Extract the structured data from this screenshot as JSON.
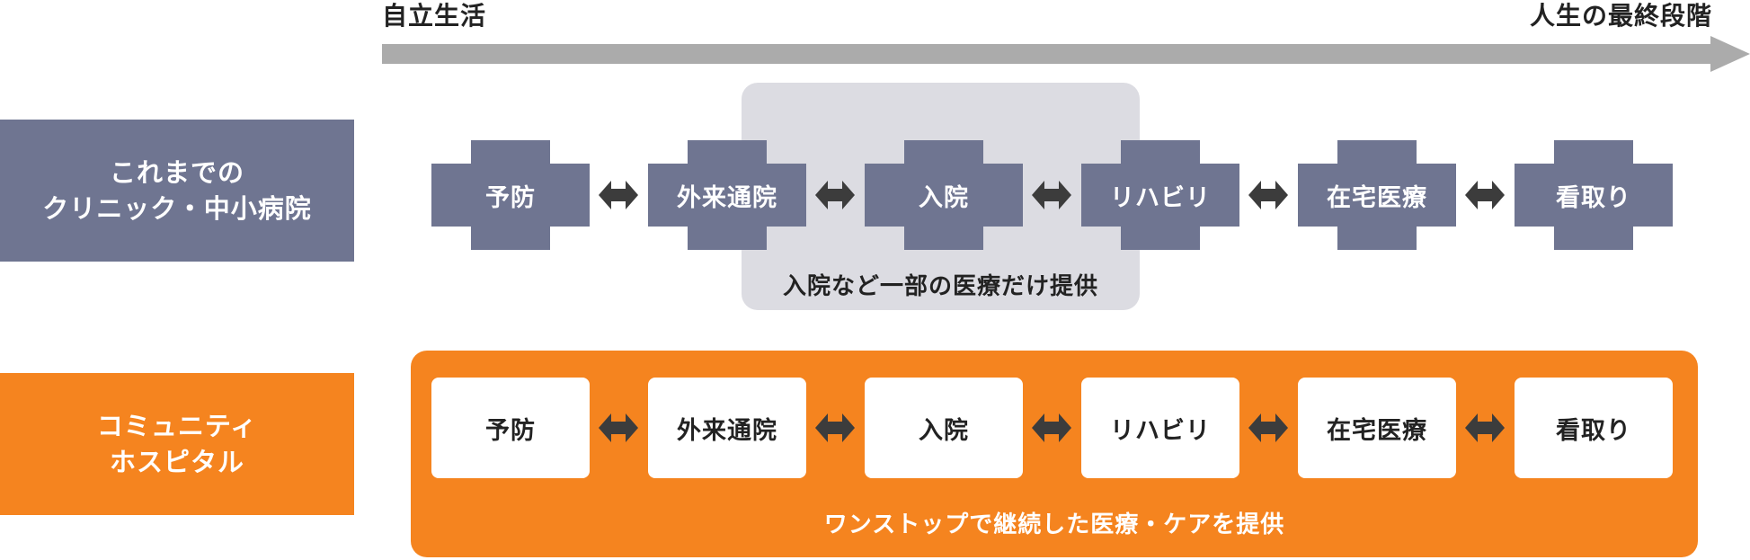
{
  "timeline": {
    "start_label": "自立生活",
    "end_label": "人生の最終段階"
  },
  "rows": {
    "traditional": {
      "label_lines": [
        "これまでの",
        "クリニック・中小病院"
      ],
      "highlight_caption": "入院など一部の医療だけ提供"
    },
    "community": {
      "label_lines": [
        "コミュニティ",
        "ホスピタル"
      ],
      "caption": "ワンストップで継続した医療・ケアを提供"
    }
  },
  "steps": [
    "予防",
    "外来通院",
    "入院",
    "リハビリ",
    "在宅医療",
    "看取り"
  ],
  "colors": {
    "slate": "#6f7591",
    "orange": "#f5841f",
    "highlight": "#dcdce2",
    "timeline_arrow": "#ababab",
    "connector": "#3c3c3c"
  }
}
